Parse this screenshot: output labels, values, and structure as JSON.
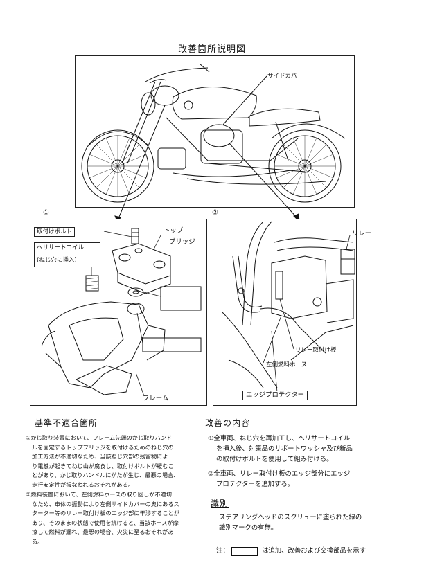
{
  "title": "改善箇所説明図",
  "overview": {
    "side_cover_label": "サイドカバー"
  },
  "markers": {
    "one": "①",
    "two": "②"
  },
  "left_panel": {
    "mounting_bolt": "取付けボルト",
    "top_bridge_1": "トップ",
    "top_bridge_2": "ブリッジ",
    "helisert_1": "ヘリサートコイル",
    "helisert_2": "(ねじ穴に挿入)",
    "frame": "フレーム"
  },
  "right_panel": {
    "relay": "リレー",
    "relay_plate": "リレー取付け板",
    "fuel_hose": "左側燃料ホース",
    "edge_protector": "エッジプロテクター"
  },
  "nonconformity": {
    "heading": "基準不適合箇所",
    "item1": [
      "①かじ取り装置において、フレーム先端のかじ取りハンド",
      "ルを固定するトップブリッジを取付けるためのねじ穴の",
      "加工方法が不適切なため、当該ねじ穴部の残留物によ",
      "り電触が起きてねじ山が腐食し、取付けボルトが緩むこ",
      "とがあり、かじ取りハンドルにがたが生じ、最悪の場合、",
      "走行安定性が損なわれるおそれがある。"
    ],
    "item2": [
      "②燃料装置において、左側燃料ホースの取り回しが不適切",
      "なため、車体の振動により左側サイドカバーの奥にあるス",
      "ターター等のリレー取付け板のエッジ部に干渉することが",
      "あり、そのままの状態で使用を続けると、当該ホースが摩",
      "擦して燃料が漏れ、最悪の場合、火災に至るおそれがあ",
      "る。"
    ]
  },
  "improvement": {
    "heading": "改善の内容",
    "item1": [
      "①全車両、ねじ穴を再加工し、ヘリサートコイル",
      "を挿入後、対策品のサポートワッシャ及び新品",
      "の取付けボルトを使用して組み付ける。"
    ],
    "item2": [
      "②全車両、リレー取付け板のエッジ部分にエッジ",
      "プロテクターを追加する。"
    ]
  },
  "identification": {
    "heading": "識別",
    "lines": [
      "ステアリングヘッドのスクリューに塗られた緑の",
      "識別マークの有無。"
    ]
  },
  "note": {
    "prefix": "注：",
    "text": "は追加、改善および交換部品を示す"
  }
}
